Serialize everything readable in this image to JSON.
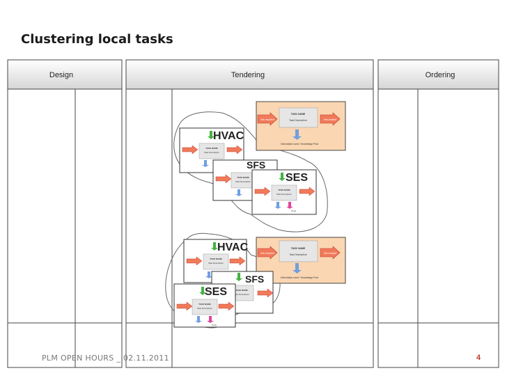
{
  "slide": {
    "title": "Clustering local tasks",
    "footer": "PLM OPEN HOURS _ 02.11.2011",
    "page_number": "4"
  },
  "lanes": {
    "design": "Design",
    "tendering": "Tendering",
    "ordering": "Ordering"
  },
  "task_box": {
    "task_name": "TASK NAME",
    "task_description": "Task Description",
    "info_required": "Info required",
    "info_created": "Info created",
    "knowledge_pool": "Information used / Knowledge Pool",
    "tools": "Tools"
  },
  "clusters": {
    "top": {
      "labels": [
        "HVAC",
        "SFS",
        "SES"
      ]
    },
    "bottom": {
      "labels": [
        "HVAC",
        "SFS",
        "SES"
      ]
    }
  },
  "colors": {
    "template_fill": "#fad6b2",
    "arrow_fill": "#f07a5a",
    "arrow_stroke": "#c0392b",
    "input_arrow": "#44b244",
    "tool_arrow": "#e0459a",
    "knowledge_arrow": "#6fa0e0",
    "accent_page_number": "#c0392b"
  }
}
